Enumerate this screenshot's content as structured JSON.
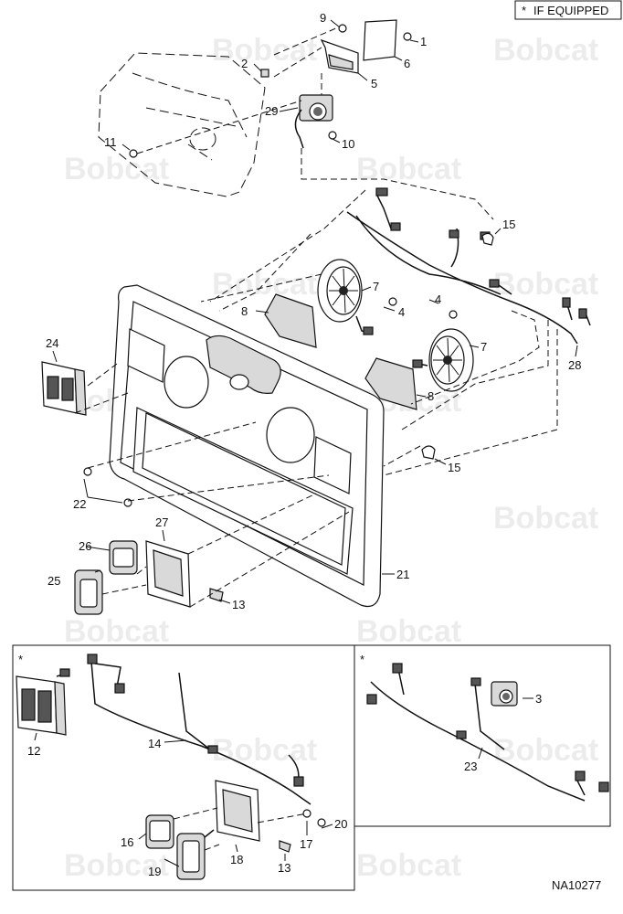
{
  "legend": {
    "symbol": "*",
    "text": "IF EQUIPPED"
  },
  "watermark": "Bobcat",
  "drawing_id": "NA10277",
  "inset_markers": [
    "*",
    "*"
  ],
  "callouts": {
    "c1": "1",
    "c2": "2",
    "c3": "3",
    "c4a": "4",
    "c4b": "4",
    "c5": "5",
    "c6": "6",
    "c7a": "7",
    "c7b": "7",
    "c8a": "8",
    "c8b": "8",
    "c9": "9",
    "c10": "10",
    "c11": "11",
    "c12": "12",
    "c13a": "13",
    "c13b": "13",
    "c14": "14",
    "c15a": "15",
    "c15b": "15",
    "c16": "16",
    "c17": "17",
    "c18": "18",
    "c19": "19",
    "c20": "20",
    "c21": "21",
    "c22": "22",
    "c23": "23",
    "c24": "24",
    "c25": "25",
    "c26": "26",
    "c27": "27",
    "c28": "28",
    "c29": "29"
  }
}
